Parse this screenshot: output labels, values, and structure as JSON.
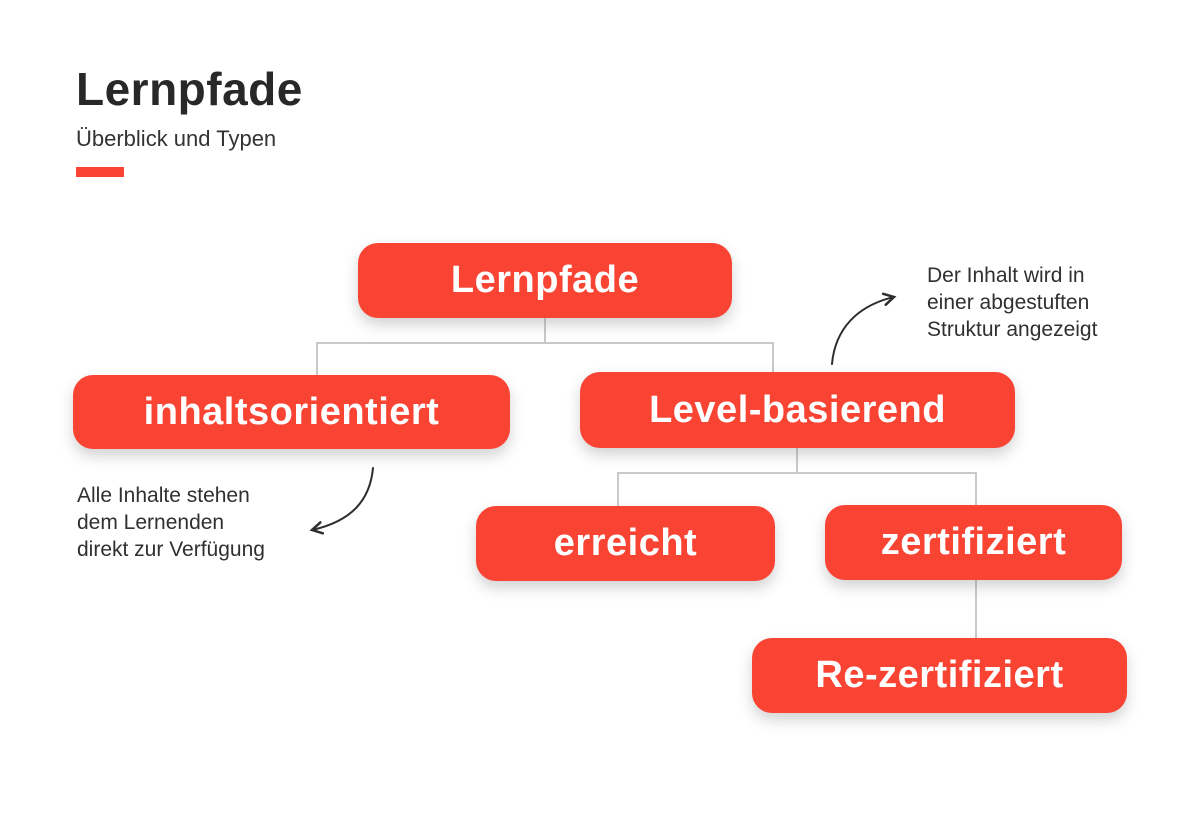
{
  "header": {
    "title": "Lernpfade",
    "subtitle": "Überblick und Typen"
  },
  "tree": {
    "root": {
      "label": "Lernpfade"
    },
    "children": [
      {
        "label": "inhaltsorientiert"
      },
      {
        "label": "Level-basierend"
      }
    ],
    "level_children": [
      {
        "label": "erreicht"
      },
      {
        "label": "zertifiziert"
      }
    ],
    "recertification": {
      "label": "Re-zertifiziert"
    }
  },
  "annotations": {
    "right": {
      "target": "Level-basierend",
      "lines": [
        "Der Inhalt wird in",
        "einer abgestuften",
        "Struktur angezeigt"
      ]
    },
    "left": {
      "target": "inhaltsorientiert",
      "lines": [
        "Alle Inhalte stehen",
        "dem Lernenden",
        "direkt zur Verfügung"
      ]
    }
  },
  "colors": {
    "node_fill": "#f94434",
    "node_text": "#ffffff",
    "accent_bar": "#f94434",
    "connector": "#c9c9c9",
    "arrow": "#2e2e2e",
    "title_text": "#282828",
    "annotation_text": "#303030",
    "background": "#ffffff"
  }
}
